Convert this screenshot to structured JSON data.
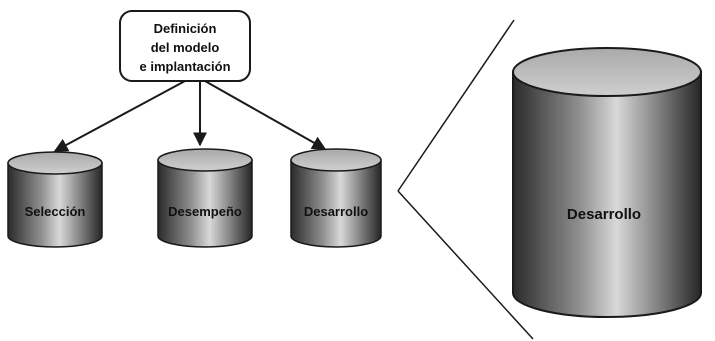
{
  "top_node": {
    "lines": [
      "Definición",
      "del modelo",
      "e implantación"
    ]
  },
  "cylinders": [
    {
      "label": "Selección"
    },
    {
      "label": "Desempeño"
    },
    {
      "label": "Desarrollo"
    }
  ],
  "zoom_cylinder": {
    "label": "Desarrollo"
  },
  "colors": {
    "stroke": "#1a1a1a",
    "box_fill": "#ffffff",
    "cylinder_dark": "#2a2a2a",
    "cylinder_light": "#d9d9d9",
    "cylinder_top": "#bdbdbd"
  }
}
